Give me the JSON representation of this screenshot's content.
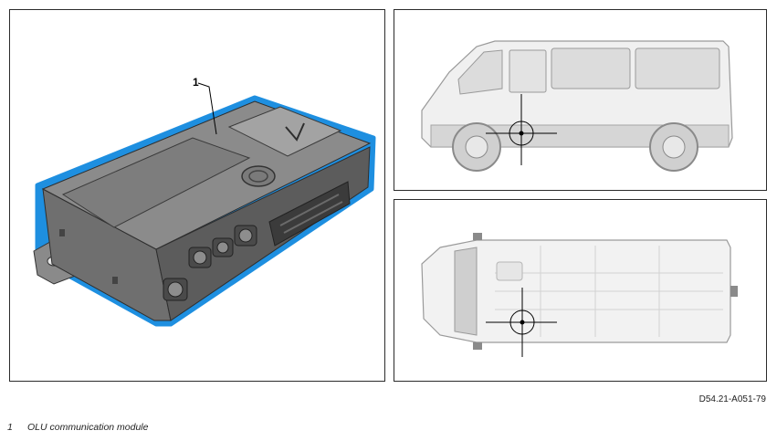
{
  "figure": {
    "id_label": "D54.21-A051-79"
  },
  "callout": {
    "number": "1"
  },
  "legend": {
    "items": [
      {
        "number": "1",
        "text": "OLU communication module"
      }
    ]
  }
}
